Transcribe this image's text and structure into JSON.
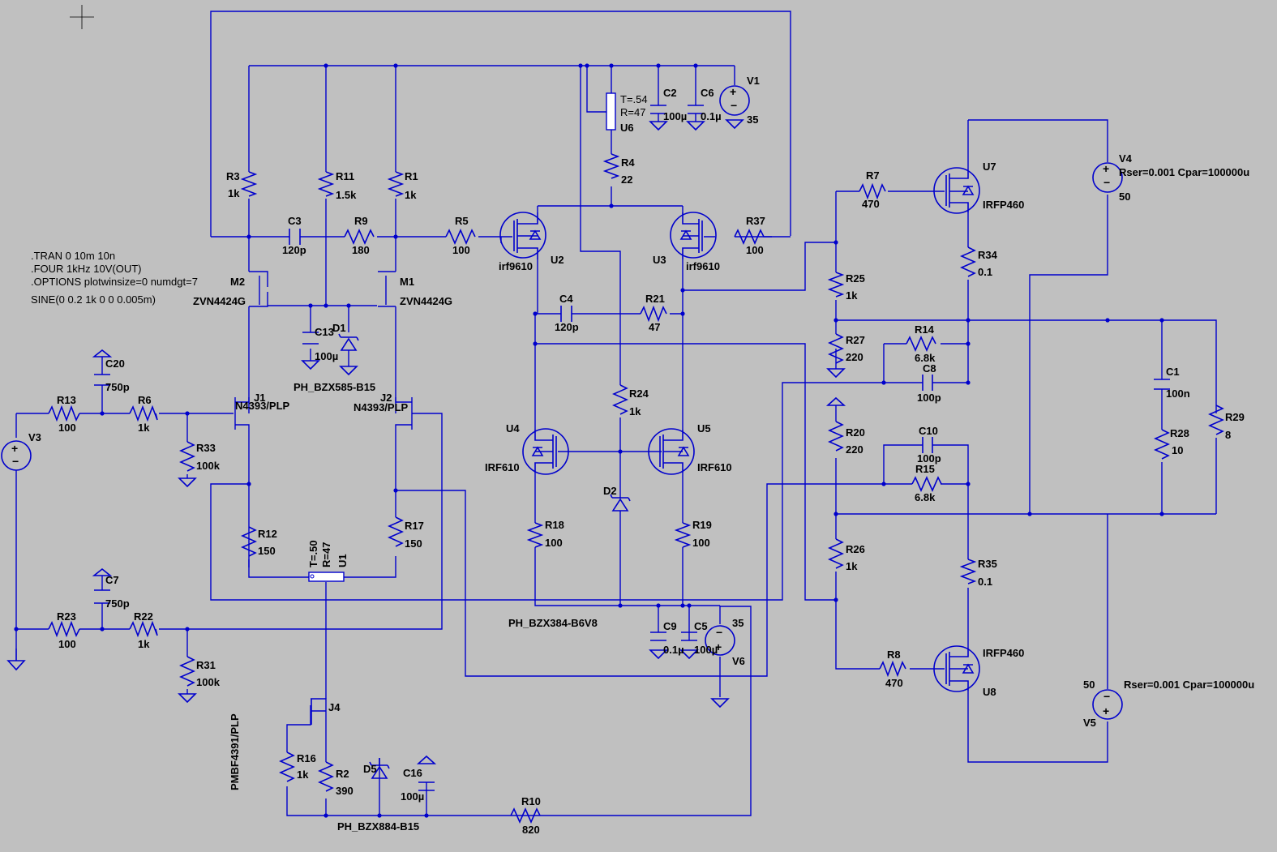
{
  "directives": [
    ".TRAN 0 10m 10n",
    ".FOUR 1kHz 10V(OUT)",
    ".OPTIONS plotwinsize=0 numdgt=7"
  ],
  "source_spec": "SINE(0 0.2 1k 0 0 0.005m)",
  "colors": {
    "background": "#c0c0c0",
    "wire": "#0000cc",
    "text": "#000000"
  },
  "components": {
    "R1": {
      "name": "R1",
      "value": "1k"
    },
    "R2": {
      "name": "R2",
      "value": "390"
    },
    "R3": {
      "name": "R3",
      "value": "1k"
    },
    "R4": {
      "name": "R4",
      "value": "22"
    },
    "R5": {
      "name": "R5",
      "value": "100"
    },
    "R6": {
      "name": "R6",
      "value": "1k"
    },
    "R7": {
      "name": "R7",
      "value": "470"
    },
    "R8": {
      "name": "R8",
      "value": "470"
    },
    "R9": {
      "name": "R9",
      "value": "180"
    },
    "R10": {
      "name": "R10",
      "value": "820"
    },
    "R11": {
      "name": "R11",
      "value": "1.5k"
    },
    "R12": {
      "name": "R12",
      "value": "150"
    },
    "R13": {
      "name": "R13",
      "value": "100"
    },
    "R14": {
      "name": "R14",
      "value": "6.8k"
    },
    "R15": {
      "name": "R15",
      "value": "6.8k"
    },
    "R16": {
      "name": "R16",
      "value": "1k"
    },
    "R17": {
      "name": "R17",
      "value": "150"
    },
    "R18": {
      "name": "R18",
      "value": "100"
    },
    "R19": {
      "name": "R19",
      "value": "100"
    },
    "R20": {
      "name": "R20",
      "value": "220"
    },
    "R21": {
      "name": "R21",
      "value": "47"
    },
    "R22": {
      "name": "R22",
      "value": "1k"
    },
    "R23": {
      "name": "R23",
      "value": "100"
    },
    "R24": {
      "name": "R24",
      "value": "1k"
    },
    "R25": {
      "name": "R25",
      "value": "1k"
    },
    "R26": {
      "name": "R26",
      "value": "1k"
    },
    "R27": {
      "name": "R27",
      "value": "220"
    },
    "R28": {
      "name": "R28",
      "value": "10"
    },
    "R29": {
      "name": "R29",
      "value": "8"
    },
    "R31": {
      "name": "R31",
      "value": "100k"
    },
    "R33": {
      "name": "R33",
      "value": "100k"
    },
    "R34": {
      "name": "R34",
      "value": "0.1"
    },
    "R35": {
      "name": "R35",
      "value": "0.1"
    },
    "R37": {
      "name": "R37",
      "value": "100"
    },
    "C1": {
      "name": "C1",
      "value": "100n"
    },
    "C2": {
      "name": "C2",
      "value": "100µ"
    },
    "C3": {
      "name": "C3",
      "value": "120p"
    },
    "C4": {
      "name": "C4",
      "value": "120p"
    },
    "C5": {
      "name": "C5",
      "value": "100µ"
    },
    "C6": {
      "name": "C6",
      "value": "0.1µ"
    },
    "C7": {
      "name": "C7",
      "value": "750p"
    },
    "C8": {
      "name": "C8",
      "value": "100p"
    },
    "C9": {
      "name": "C9",
      "value": "0.1µ"
    },
    "C10": {
      "name": "C10",
      "value": "100p"
    },
    "C13": {
      "name": "C13",
      "value": "100µ"
    },
    "C16": {
      "name": "C16",
      "value": "100µ"
    },
    "C20": {
      "name": "C20",
      "value": "750p"
    },
    "M1": {
      "name": "M1",
      "value": "ZVN4424G"
    },
    "M2": {
      "name": "M2",
      "value": "ZVN4424G"
    },
    "J1": {
      "name": "J1",
      "value": "N4393/PLP"
    },
    "J2": {
      "name": "J2",
      "value": "N4393/PLP"
    },
    "J4": {
      "name": "J4",
      "value": "PMBF4391/PLP"
    },
    "U2": {
      "name": "U2",
      "value": "irf9610"
    },
    "U3": {
      "name": "U3",
      "value": "irf9610"
    },
    "U4": {
      "name": "U4",
      "value": "IRF610"
    },
    "U5": {
      "name": "U5",
      "value": "IRF610"
    },
    "U7": {
      "name": "U7",
      "value": "IRFP460"
    },
    "U8": {
      "name": "U8",
      "value": "IRFP460"
    },
    "D1": {
      "name": "D1",
      "value": "PH_BZX585-B15"
    },
    "D2": {
      "name": "D2",
      "value": "PH_BZX384-B6V8"
    },
    "D5": {
      "name": "D5",
      "value": "PH_BZX884-B15"
    },
    "U1": {
      "name": "U1",
      "t": "T=.50",
      "r": "R=47"
    },
    "U6": {
      "name": "U6",
      "t": "T=.54",
      "r": "R=47"
    },
    "V1": {
      "name": "V1",
      "value": "35"
    },
    "V3": {
      "name": "V3"
    },
    "V4": {
      "name": "V4",
      "value": "50",
      "extra": "Rser=0.001 Cpar=100000u"
    },
    "V5": {
      "name": "V5",
      "value": "50",
      "extra": "Rser=0.001 Cpar=100000u"
    },
    "V6": {
      "name": "V6",
      "value": "35"
    }
  }
}
